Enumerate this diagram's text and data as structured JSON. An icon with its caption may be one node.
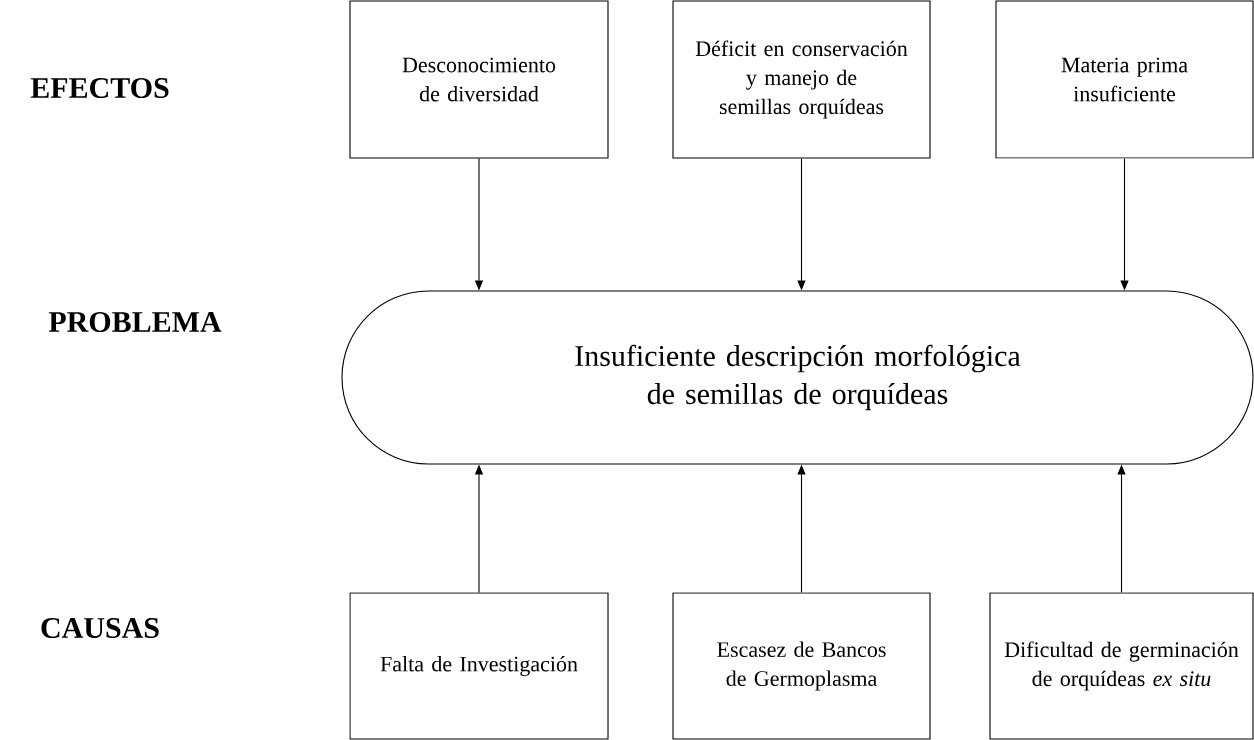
{
  "diagram": {
    "nodes": [
      {
        "text": [
          "Desconocimiento de diversidad"
        ]
      },
      {
        "text": [
          "Déficit en conservación y manejo de semillas orquídeas"
        ]
      },
      {
        "text": [
          "Materia prima insuficiente"
        ]
      },
      {
        "text": [
          "Insuficiente descripción morfológica de semillas de orquídeas"
        ]
      },
      {
        "text": [
          "Falta de Investigación"
        ]
      },
      {
        "text": [
          "Escasez de Bancos de Germoplasma"
        ]
      },
      {
        "text": [
          "Dificultad de germinación de orquídeas *ex situ*"
        ]
      }
    ],
    "edges": [
      {
        "from": 0,
        "to": 3,
        "arrow": "to"
      },
      {
        "from": 1,
        "to": 3,
        "arrow": "to"
      },
      {
        "from": 2,
        "to": 3,
        "arrow": "to"
      },
      {
        "from": 4,
        "to": 3,
        "arrow": "to"
      },
      {
        "from": 5,
        "to": 3,
        "arrow": "to"
      },
      {
        "from": 6,
        "to": 3,
        "arrow": "to"
      }
    ],
    "labels": [
      "EFECTOS",
      "PROBLEMA",
      "CAUSAS"
    ]
  }
}
